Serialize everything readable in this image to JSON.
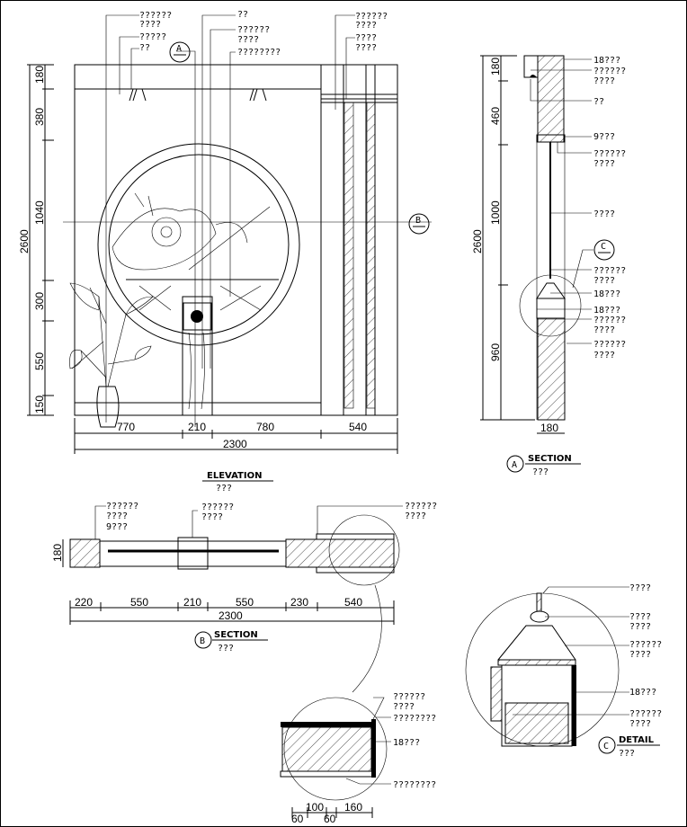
{
  "elevation": {
    "title": "ELEVATION",
    "subtitle": "???",
    "labels_left": [
      "??????",
      "????",
      "?????",
      "??"
    ],
    "labels_mid": [
      "??",
      "??????",
      "????",
      "????????"
    ],
    "labels_right": [
      "??????",
      "????",
      "????",
      "????"
    ],
    "vdims": [
      "180",
      "380",
      "1040",
      "300",
      "550",
      "150"
    ],
    "vtotal": "2600",
    "hdims": [
      "770",
      "210",
      "780",
      "540"
    ],
    "htotal": "2300",
    "marker_a": "A",
    "marker_b": "B"
  },
  "section_a": {
    "title": "SECTION",
    "subtitle": "???",
    "marker": "A",
    "marker_c": "C",
    "labels": [
      "18???",
      "??????",
      "????",
      "??",
      "9???",
      "??????",
      "????",
      "????",
      "??????",
      "????",
      "18???",
      "18???",
      "??????",
      "????",
      "??????",
      "????"
    ],
    "vdims": [
      "180",
      "460",
      "1000",
      "960"
    ],
    "vtotal": "2600",
    "width_dim": "180"
  },
  "section_b": {
    "title": "SECTION",
    "subtitle": "???",
    "marker": "B",
    "labels_1": [
      "??????",
      "????",
      "9???"
    ],
    "labels_2": [
      "??????",
      "????"
    ],
    "labels_3": [
      "??????",
      "????"
    ],
    "depth_dim": "180",
    "hdims": [
      "220",
      "550",
      "210",
      "550",
      "230",
      "540"
    ],
    "htotal": "2300"
  },
  "detail_b": {
    "labels": [
      "??????",
      "????",
      "????????",
      "18???",
      "????????"
    ],
    "dims_top": [
      "100",
      "160"
    ],
    "dims_bottom": [
      "60",
      "60"
    ]
  },
  "detail_c": {
    "title": "DETAIL",
    "subtitle": "???",
    "marker": "C",
    "labels": [
      "????",
      "????",
      "????",
      "??????",
      "????",
      "18???",
      "??????",
      "????"
    ]
  }
}
